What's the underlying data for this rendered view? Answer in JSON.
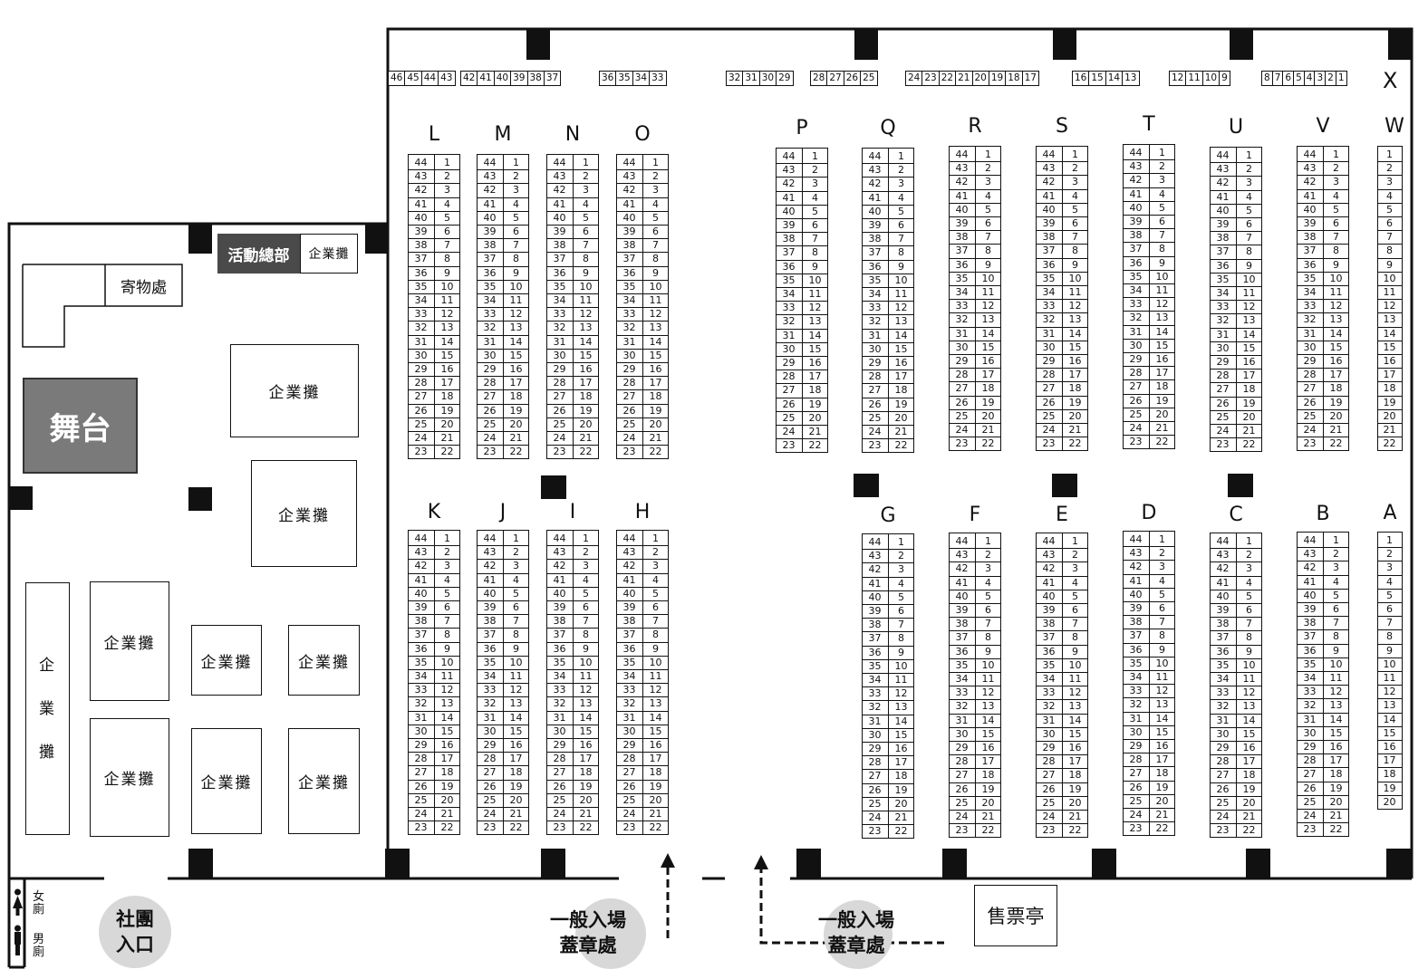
{
  "areas": {
    "stage": "舞台",
    "hq": "活動總部",
    "storage": "寄物處",
    "enterprise": "企業攤",
    "enterprise_v": [
      "企",
      "業",
      "攤"
    ],
    "ticket": "售票亭",
    "club_entry": [
      "社團",
      "入口"
    ],
    "general_entry": [
      "一般入場",
      "蓋章處"
    ],
    "toilet_f": [
      "女",
      "廁"
    ],
    "toilet_m": [
      "男",
      "廁"
    ],
    "x_mark": "X"
  },
  "top_strips": [
    [
      "46",
      "45",
      "44",
      "43"
    ],
    [
      "42",
      "41",
      "40",
      "39",
      "38",
      "37"
    ],
    [
      "36",
      "35",
      "34",
      "33"
    ],
    [
      "32",
      "31",
      "30",
      "29"
    ],
    [
      "28",
      "27",
      "26",
      "25"
    ],
    [
      "24",
      "23",
      "22",
      "21",
      "20",
      "19",
      "18",
      "17"
    ],
    [
      "16",
      "15",
      "14",
      "13"
    ],
    [
      "12",
      "11",
      "10",
      "9"
    ],
    [
      "8",
      "7",
      "6",
      "5",
      "4",
      "3",
      "2",
      "1"
    ]
  ],
  "upper_rows": [
    "L",
    "M",
    "N",
    "O",
    "P",
    "Q",
    "R",
    "S",
    "T",
    "U",
    "V",
    "W"
  ],
  "lower_rows": [
    "K",
    "J",
    "I",
    "H",
    "G",
    "F",
    "E",
    "D",
    "C",
    "B",
    "A"
  ],
  "booth_pair": {
    "left": [
      "44",
      "43",
      "42",
      "41",
      "40",
      "39",
      "38",
      "37",
      "36",
      "35",
      "34",
      "33",
      "32",
      "31",
      "30",
      "29",
      "28",
      "27",
      "26",
      "25",
      "24",
      "23"
    ],
    "right": [
      "1",
      "2",
      "3",
      "4",
      "5",
      "6",
      "7",
      "8",
      "9",
      "10",
      "11",
      "12",
      "13",
      "14",
      "15",
      "16",
      "17",
      "18",
      "19",
      "20",
      "21",
      "22"
    ]
  },
  "w_single": [
    "1",
    "2",
    "3",
    "4",
    "5",
    "6",
    "7",
    "8",
    "9",
    "10",
    "11",
    "12",
    "13",
    "14",
    "15",
    "16",
    "17",
    "18",
    "19",
    "20",
    "21",
    "22"
  ],
  "a_single": [
    "1",
    "2",
    "3",
    "4",
    "5",
    "6",
    "7",
    "8",
    "9",
    "10",
    "11",
    "12",
    "13",
    "14",
    "15",
    "16",
    "17",
    "18",
    "19",
    "20"
  ]
}
